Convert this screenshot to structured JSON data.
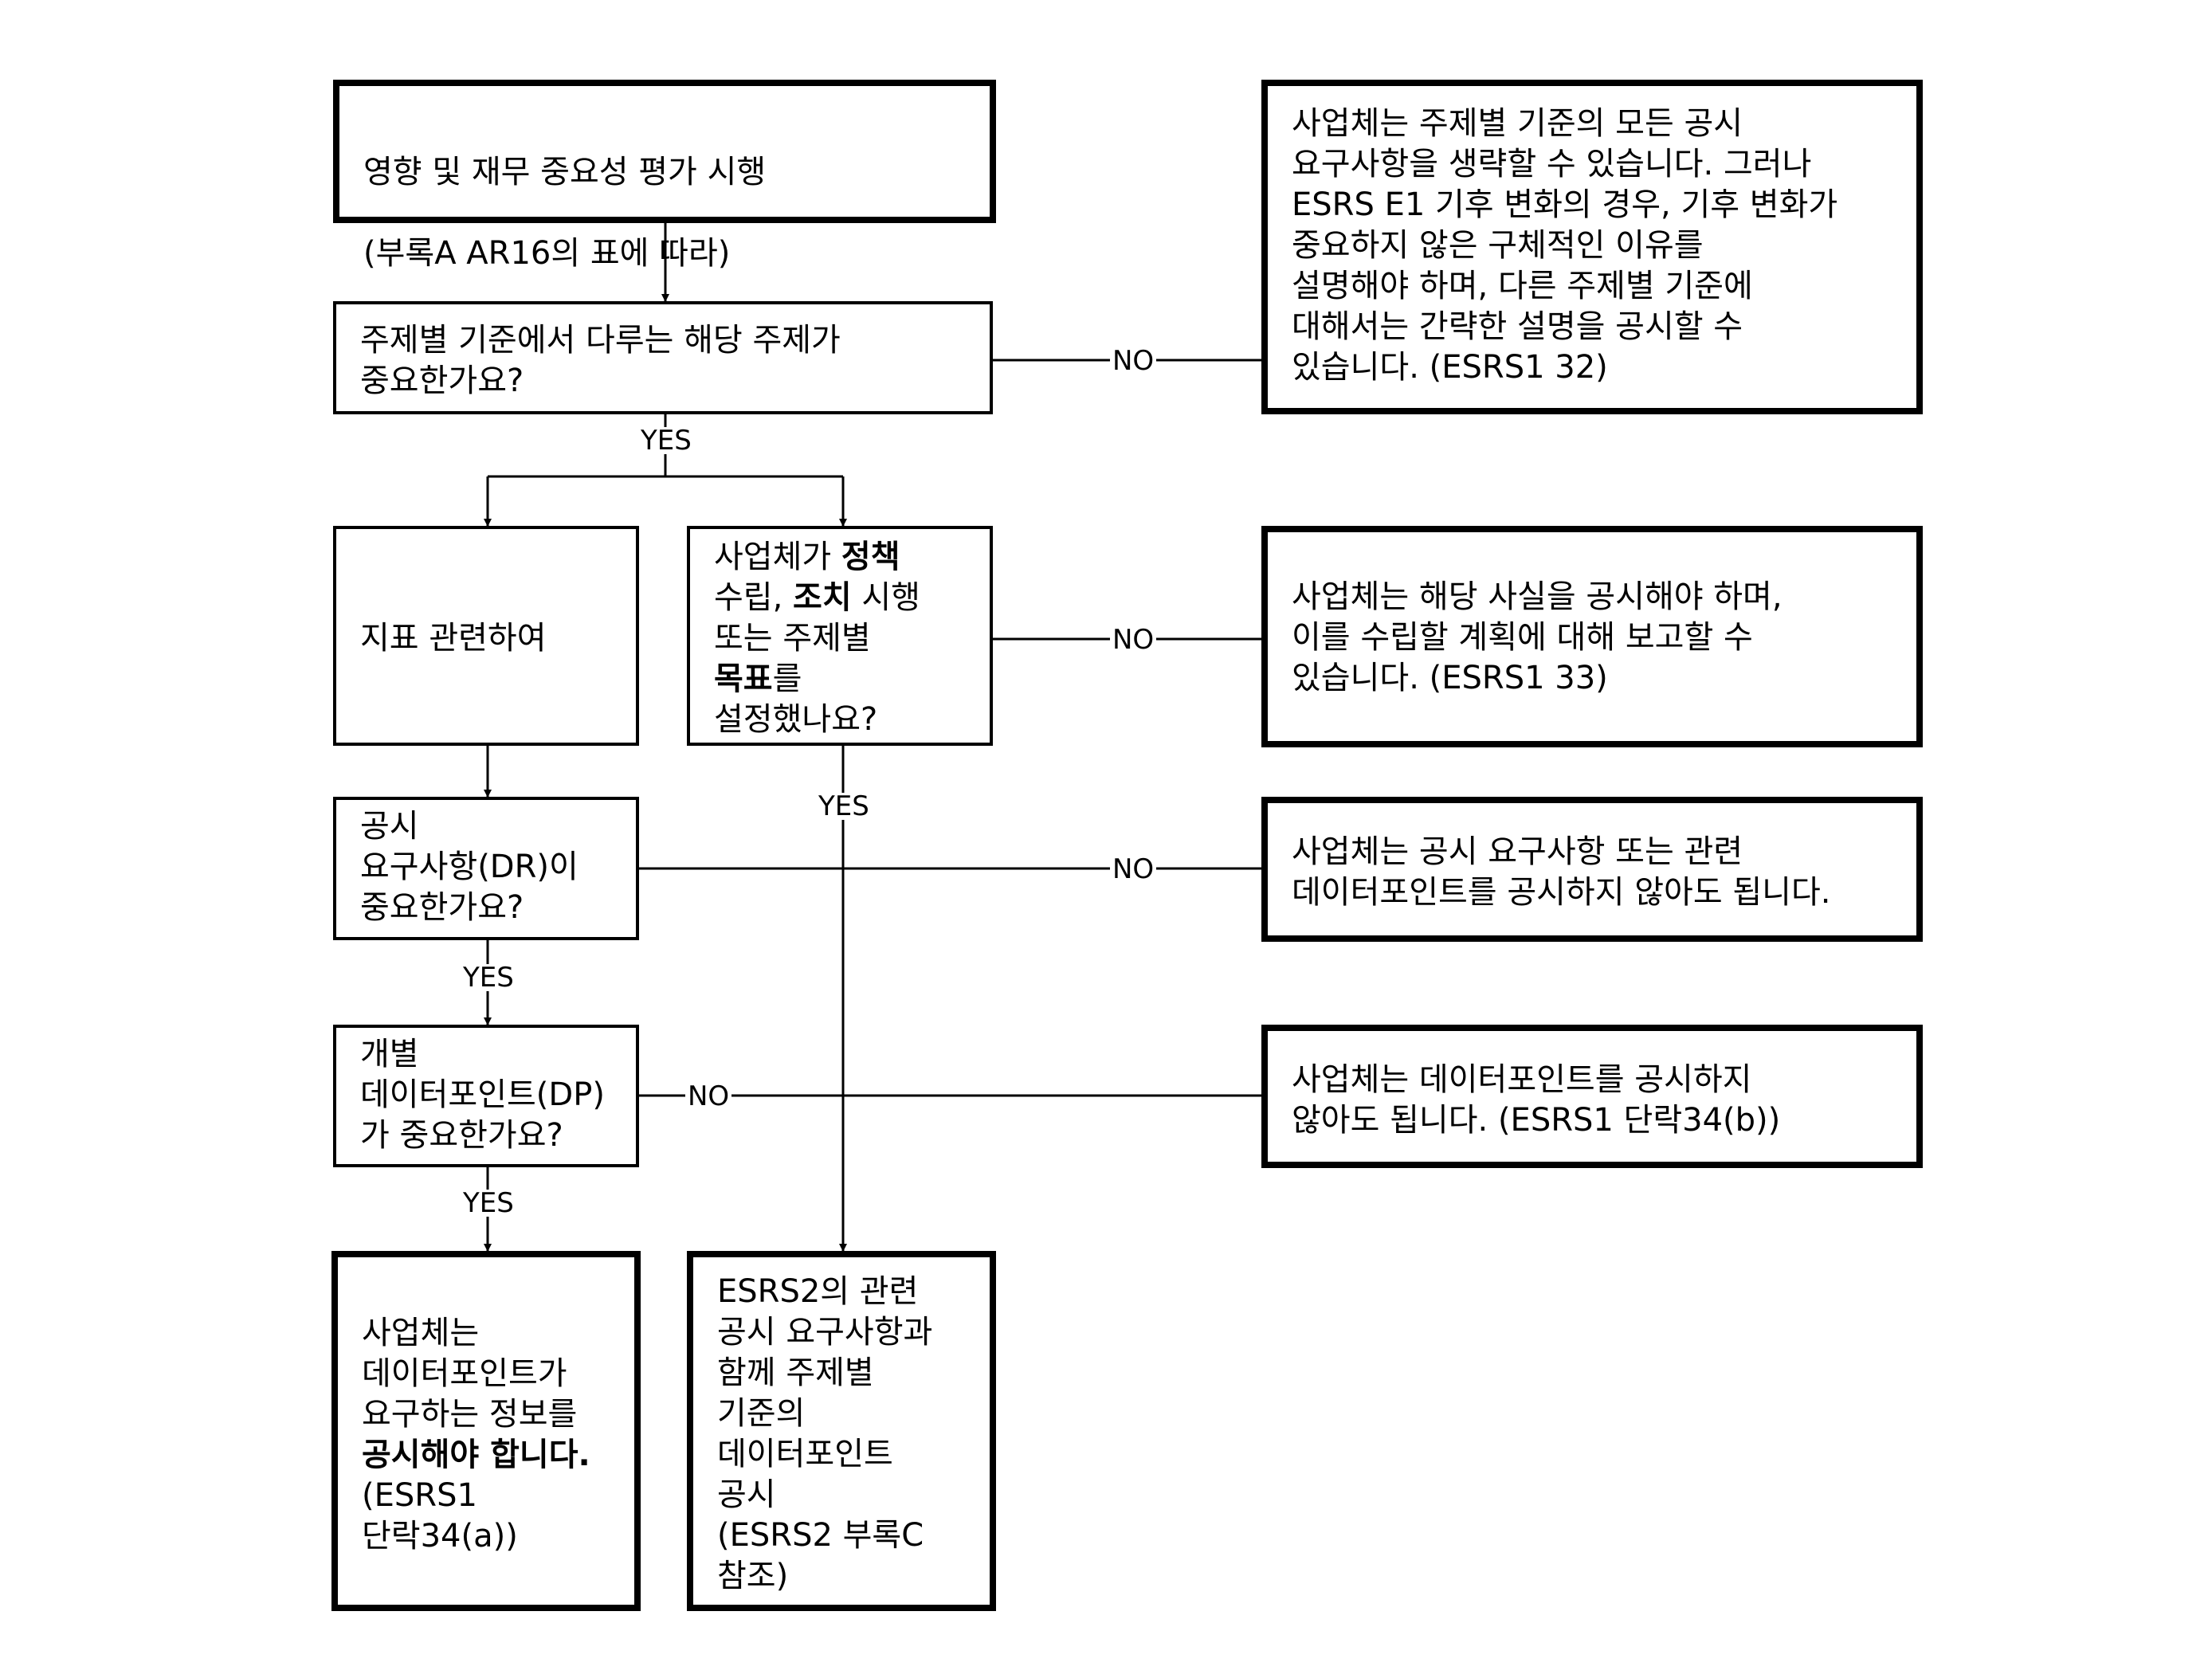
{
  "boxes": {
    "assess": {
      "line1": "영향 및 재무 중요성 평가 시행",
      "line2": "(부록A AR16의 표에 따라)"
    },
    "topic_q": {
      "text": "주제별 기준에서 다루는 해당 주제가\n중요한가요?"
    },
    "topic_no": {
      "text": "사업체는 주제별 기준의 모든 공시\n요구사항을 생략할 수 있습니다. 그러나\nESRS E1 기후 변화의 경우, 기후 변화가\n중요하지 않은 구체적인 이유를\n설명해야 하며, 다른 주제별 기준에\n대해서는 간략한 설명을 공시할 수\n있습니다. (ESRS1 32)"
    },
    "metrics": {
      "text": "지표 관련하여"
    },
    "policy_q": {
      "part1": "사업체가 ",
      "bold1": "정책",
      "part2": "\n수립, ",
      "bold2": "조치",
      "part3": " 시행\n또는 주제별\n",
      "bold3": "목표",
      "part4": "를\n설정했나요?"
    },
    "policy_no": {
      "text": "사업체는 해당 사실을 공시해야 하며,\n이를 수립할 계획에 대해 보고할 수\n있습니다. (ESRS1 33)"
    },
    "dr_q": {
      "text": "공시\n요구사항(DR)이\n중요한가요?"
    },
    "dr_no": {
      "text": "사업체는 공시 요구사항 또는 관련\n데이터포인트를 공시하지 않아도 됩니다."
    },
    "dp_q": {
      "text": "개별\n데이터포인트(DP)\n가 중요한가요?"
    },
    "dp_no": {
      "text": "사업체는 데이터포인트를 공시하지\n않아도 됩니다. (ESRS1 단락34(b))"
    },
    "dp_yes": {
      "part1": "사업체는\n데이터포인트가\n요구하는 정보를\n",
      "bold1": "공시해야 합니다.",
      "part2": "\n(ESRS1\n단락34(a))"
    },
    "esrs2": {
      "text": "ESRS2의 관련\n공시 요구사항과\n함께 주제별\n기준의\n데이터포인트\n공시\n(ESRS2 부록C\n참조)"
    }
  },
  "labels": {
    "yes": "YES",
    "no": "NO"
  }
}
